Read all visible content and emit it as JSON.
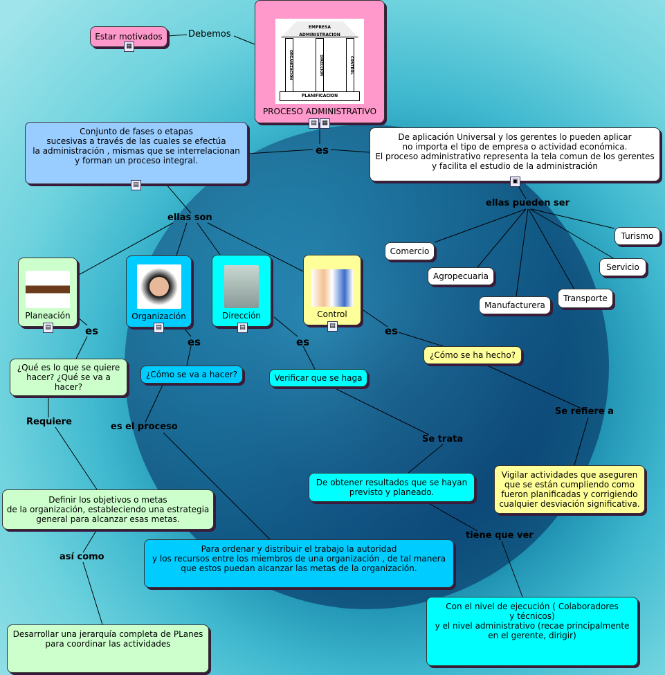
{
  "root": {
    "title": "PROCESO ADMINISTRATIVO",
    "image_text": {
      "top": "EMPRESA",
      "beam": "ADMINISTRACION",
      "pillars": [
        "ORGANIZACION",
        "DIRECCION",
        "CONTROL"
      ],
      "base": "PLANIFICACION"
    }
  },
  "motivados": "Estar motivados",
  "links": {
    "debemos": "Debemos",
    "es_main": "es",
    "ellas_pueden_ser": "ellas pueden ser",
    "ellas_son": "ellas son",
    "es1": "es",
    "es2": "es",
    "es3": "es",
    "es4": "es",
    "requiere": "Requiere",
    "es_el_proceso": "es el proceso",
    "se_trata": "Se trata",
    "se_refiere_a": "Se refiere a",
    "tiene_que_ver": "tiene que ver",
    "asi_como": "así como"
  },
  "definition": "Conjunto de fases o etapas\nsucesivas a través de las cuales se efectúa\nla administración , mismas que se interrelacionan\ny forman un proceso integral.",
  "universal": "De aplicación Universal y los gerentes lo pueden aplicar\nno importa el tipo de empresa o actividad económica.\nEl proceso administrativo representa la tela comun de los gerentes\ny facilita el estudio de la administración",
  "types": [
    "Comercio",
    "Agropecuaria",
    "Manufacturera",
    "Transporte",
    "Servicio",
    "Turismo"
  ],
  "phases": [
    "Planeación",
    "Organización",
    "Dirección",
    "Control"
  ],
  "questions": [
    "¿Qué es lo que se quiere hacer? ¿Qué se va a hacer?",
    "¿Cómo se va a hacer?",
    "Verificar que se haga",
    "¿Cómo se ha hecho?"
  ],
  "obtener": "De obtener resultados que se hayan\nprevisto y planeado.",
  "vigilar": "Vigilar actividades que aseguren\nque se están cumpliendo como\nfueron planificadas y corrigiendo\ncualquier desviación significativa.",
  "definir": "Definir los objetivos o metas\nde la organización, estableciendo una estrategia\ngeneral para alcanzar esas metas.",
  "ordenar": "Para ordenar y distribuir el trabajo la autoridad\ny los recursos entre los miembros de una organización , de tal manera\nque estos puedan alcanzar las metas de la organización.",
  "nivel": "Con el nivel de ejecución ( Colaboradores\ny técnicos)\ny el nivel  administrativo (recae principalmente\nen el gerente, dirigir)",
  "desarrollar": "Desarrollar una jerarquía completa de PLanes\npara coordinar las actividades",
  "colors": {
    "pink": "#ff99cc",
    "light_blue": "#99ccff",
    "light_green": "#ccffcc",
    "blue": "#00ccff",
    "cyan": "#00ffff",
    "yellow": "#ffff99"
  }
}
